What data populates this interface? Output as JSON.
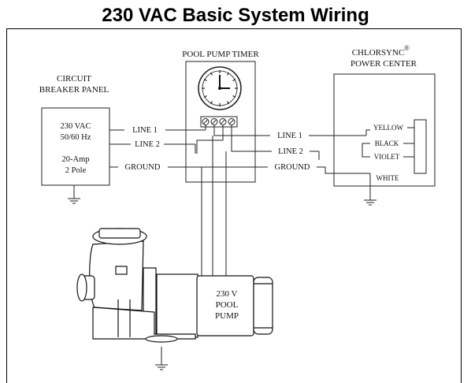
{
  "title": "230 VAC Basic System Wiring",
  "timer": {
    "label": "POOL PUMP TIMER"
  },
  "breaker": {
    "label_line1": "CIRCUIT",
    "label_line2": "BREAKER PANEL",
    "voltage": "230 VAC",
    "frequency": "50/60 Hz",
    "amperage": "20-Amp",
    "poles": "2 Pole"
  },
  "power_center": {
    "label_line1": "CHLORSYNC",
    "trademark": "®",
    "label_line2": "POWER CENTER"
  },
  "wires": {
    "left_line1": "LINE 1",
    "left_line2": "LINE 2",
    "left_ground": "GROUND",
    "right_line1": "LINE 1",
    "right_line2": "LINE 2",
    "right_ground": "GROUND",
    "yellow": "YELLOW",
    "black": "BLACK",
    "violet": "VIOLET",
    "white": "WHITE"
  },
  "pump": {
    "label_line1": "230 V",
    "label_line2": "POOL",
    "label_line3": "PUMP"
  }
}
